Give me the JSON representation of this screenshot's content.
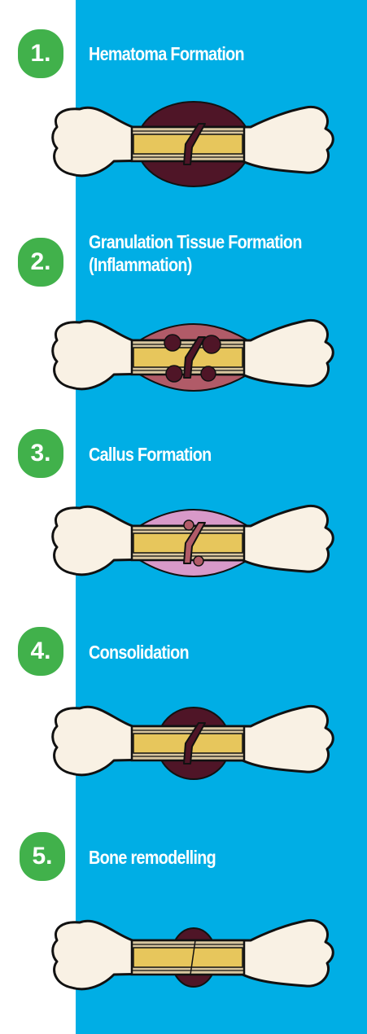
{
  "colors": {
    "panel": "#00aee5",
    "badge": "#41b14b",
    "bone": "#f9f1e4",
    "marrow": "#e7c65c",
    "cortex": "#d9c7a0",
    "outline": "#111111",
    "hematoma": "#4f1527",
    "granulation": "#b15b68",
    "callus": "#d899c9"
  },
  "steps": [
    {
      "number": "1.",
      "title": "Hematoma Formation",
      "stage": "hematoma"
    },
    {
      "number": "2.",
      "title": "Granulation Tissue Formation\n(Inflammation)",
      "stage": "granulation"
    },
    {
      "number": "3.",
      "title": "Callus Formation",
      "stage": "callus"
    },
    {
      "number": "4.",
      "title": "Consolidation",
      "stage": "consolidation"
    },
    {
      "number": "5.",
      "title": "Bone remodelling",
      "stage": "remodelling"
    }
  ]
}
